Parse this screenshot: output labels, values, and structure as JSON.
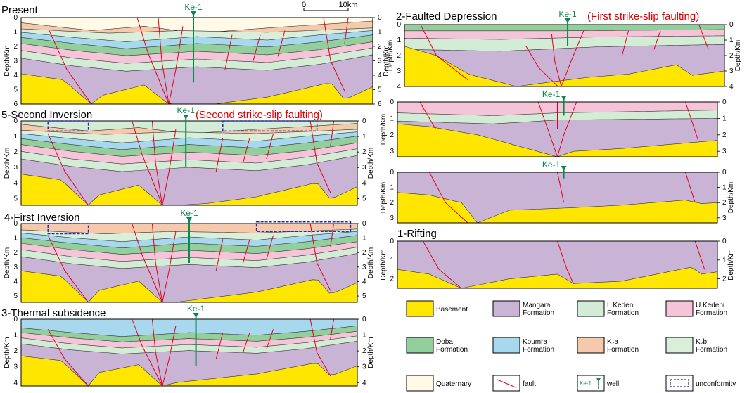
{
  "colors": {
    "basement": "#ffe600",
    "mangara": "#c9b4d6",
    "lkedeni": "#d3ecd6",
    "ukedeni": "#f6c4d8",
    "doba": "#93cf9c",
    "koumra": "#a7d8ee",
    "k2a": "#f6c8ac",
    "k2b": "#d9efd9",
    "quaternary": "#fff9e6",
    "fault": "#e0001b",
    "well": "#0a8a4a",
    "unconformity": "#2a2aa8"
  },
  "scale_bar": {
    "start": "0",
    "end": "10km"
  },
  "axis_label": "Depth/Km",
  "well_label": "Ke-1",
  "panels": {
    "present": {
      "title": "Present",
      "ticks_left": [
        "0",
        "1",
        "2",
        "3",
        "4",
        "5",
        "6"
      ],
      "ticks_right": [
        "0",
        "1",
        "2",
        "3",
        "4",
        "5",
        "6"
      ]
    },
    "second_inversion": {
      "title": "5-Second Inversion",
      "subtitle": "(Second strike-slip faulting)",
      "ticks_left": [
        "0",
        "1",
        "2",
        "3",
        "4",
        "5"
      ],
      "ticks_right": [
        "0",
        "1",
        "2",
        "3",
        "4",
        "5"
      ]
    },
    "first_inversion": {
      "title": "4-First Inversion",
      "ticks_left": [
        "0",
        "1",
        "2",
        "3",
        "4",
        "5"
      ],
      "ticks_right": [
        "0",
        "1",
        "2",
        "3",
        "4",
        "5"
      ]
    },
    "thermal": {
      "title": "3-Thermal subsidence",
      "ticks_left": [
        "0",
        "1",
        "2",
        "3",
        "4"
      ],
      "ticks_right": [
        "0",
        "1",
        "2",
        "3",
        "4"
      ]
    },
    "faulted": {
      "title": "2-Faulted Depression",
      "subtitle": "(First strike-slip faulting)",
      "ticks_left": [
        "0",
        "1",
        "2",
        "3",
        "4"
      ],
      "ticks_right": [
        "0",
        "1",
        "2",
        "3",
        "4"
      ]
    },
    "faulted_b": {
      "ticks_left": [
        "0",
        "1",
        "2",
        "3"
      ],
      "ticks_right": [
        "0",
        "1",
        "2",
        "3"
      ]
    },
    "faulted_c": {
      "ticks_left": [
        "0",
        "1",
        "2",
        "3"
      ],
      "ticks_right": [
        "0",
        "1",
        "2",
        "3"
      ]
    },
    "rifting": {
      "title": "1-Rifting",
      "ticks_left": [
        "0",
        "1",
        "2"
      ],
      "ticks_right": [
        "0",
        "1",
        "2"
      ]
    }
  },
  "legend": [
    {
      "line1": "Basement",
      "line2": "",
      "swatch": "basement"
    },
    {
      "line1": "Mangara",
      "line2": "Formation",
      "swatch": "mangara"
    },
    {
      "line1": "L.Kedeni",
      "line2": "Formation",
      "swatch": "lkedeni"
    },
    {
      "line1": "U.Kedeni",
      "line2": "Formation",
      "swatch": "ukedeni"
    },
    {
      "line1": "Doba",
      "line2": "Formation",
      "swatch": "doba"
    },
    {
      "line1": "Koumra",
      "line2": "Formation",
      "swatch": "koumra"
    },
    {
      "line1": "K₂a",
      "line2": "Formation",
      "swatch": "k2a"
    },
    {
      "line1": "K₂b",
      "line2": "Formation",
      "swatch": "k2b"
    },
    {
      "line1": "Quaternary",
      "line2": "",
      "swatch": "quaternary"
    },
    {
      "line1": "fault",
      "line2": "",
      "swatch": "fault"
    },
    {
      "line1": "well",
      "line2": "",
      "swatch": "well"
    },
    {
      "line1": "unconformity",
      "line2": "",
      "swatch": "unconformity"
    }
  ]
}
